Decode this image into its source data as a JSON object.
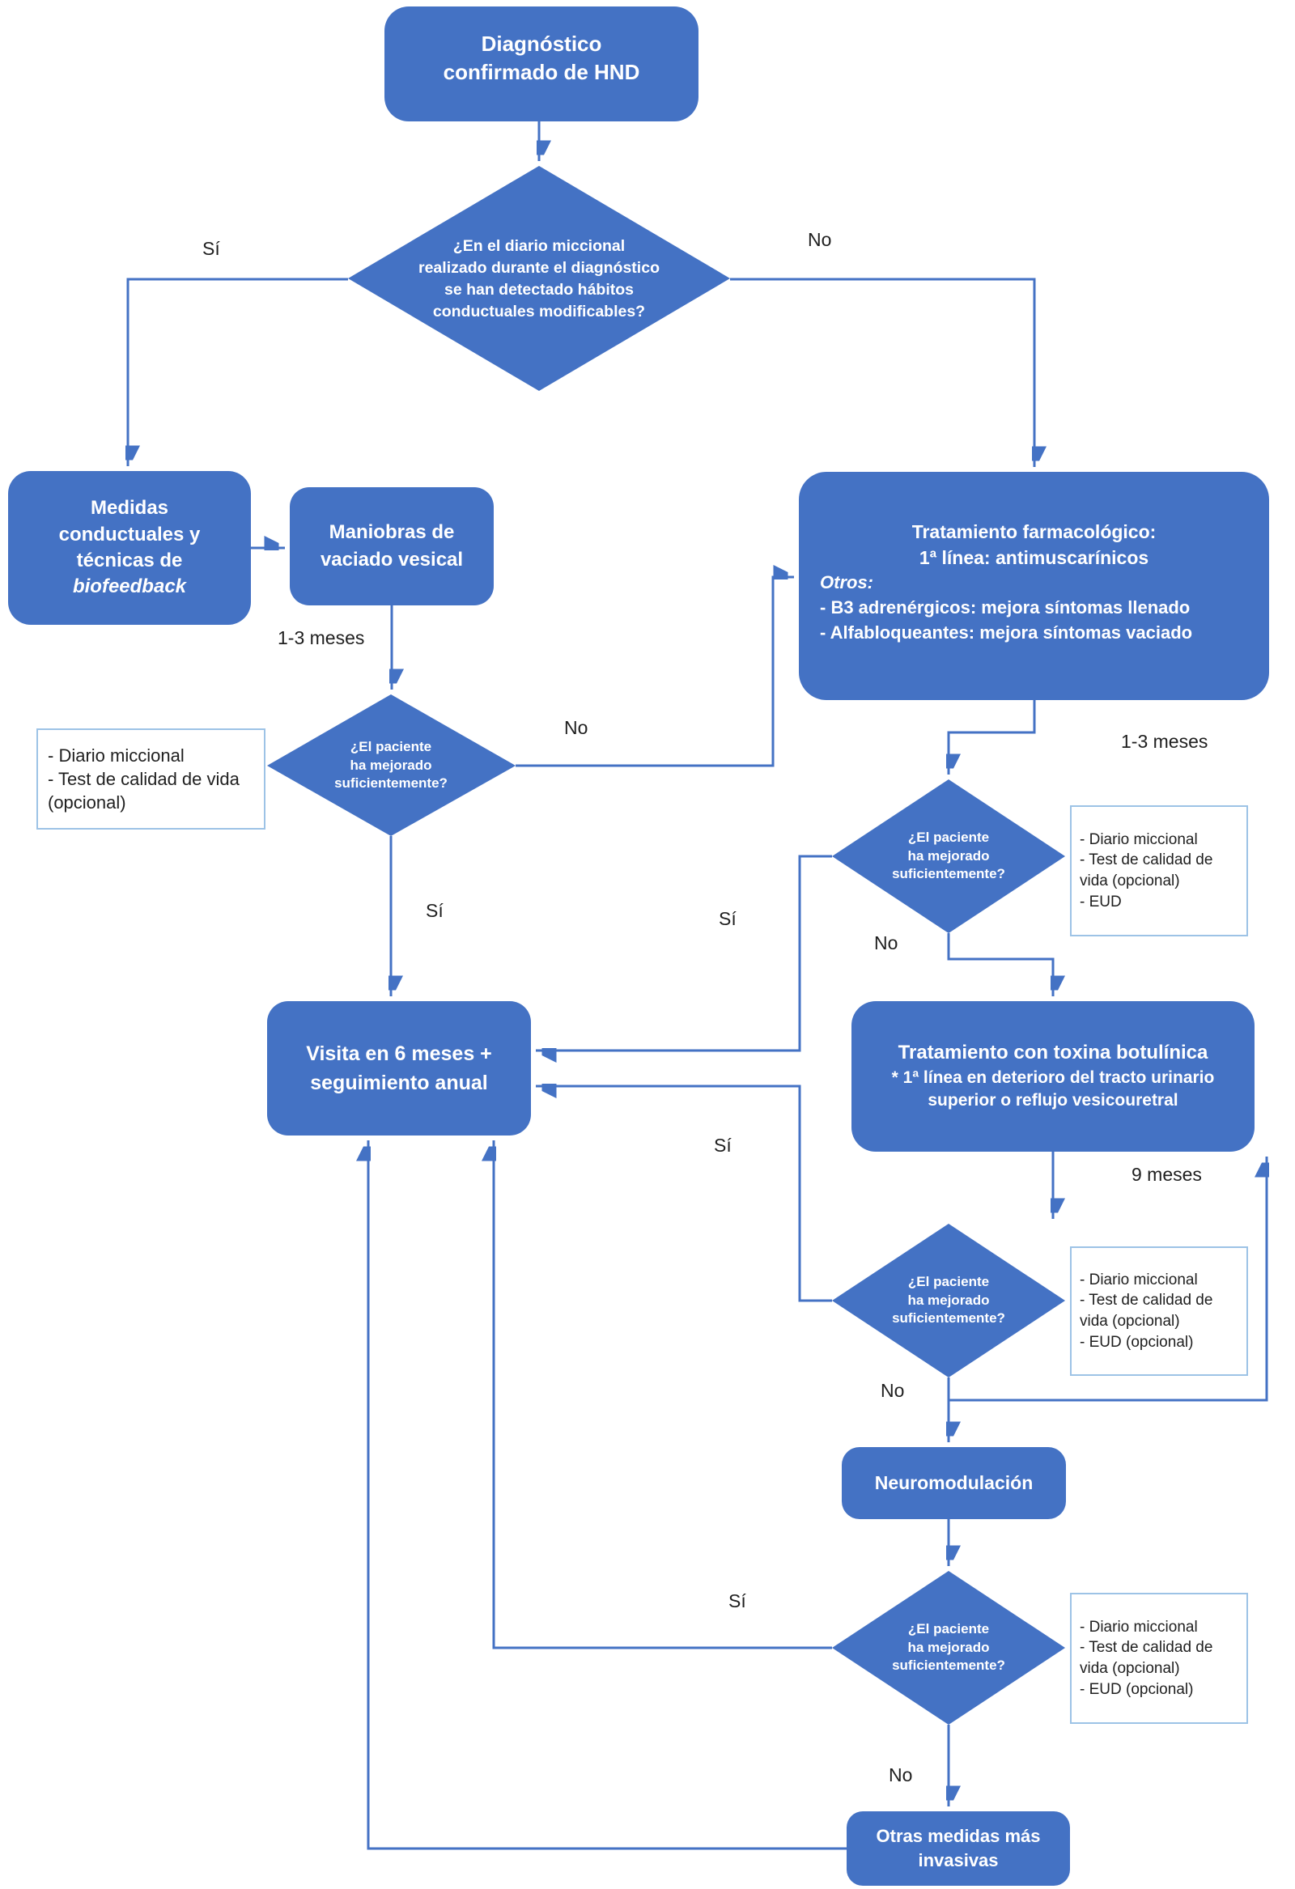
{
  "colors": {
    "node": "#4472C4",
    "line": "#4472C4",
    "note_border": "#9DC3E6",
    "text_white": "#FFFFFF",
    "text_black": "#1F1F1F"
  },
  "nodes": {
    "start": {
      "lines": [
        "Diagnóstico",
        "confirmado de HND"
      ]
    },
    "q_habitos": {
      "lines": [
        "¿En el diario miccional",
        "realizado durante el diagnóstico",
        "se han detectado hábitos",
        "conductuales modificables?"
      ]
    },
    "medidas": {
      "lines": [
        "Medidas",
        "conductuales y",
        "técnicas de"
      ],
      "italic": "biofeedback"
    },
    "maniobras": {
      "lines": [
        "Maniobras de",
        "vaciado vesical"
      ]
    },
    "farmaco": {
      "center_lines": [
        "Tratamiento farmacológico:",
        "1ª línea: antimuscarínicos"
      ],
      "otros": "Otros:",
      "bullets": [
        "- B3 adrenérgicos: mejora síntomas llenado",
        "- Alfabloqueantes: mejora síntomas vaciado"
      ]
    },
    "q_mejora": {
      "lines": [
        "¿El paciente",
        "ha mejorado",
        "suficientemente?"
      ]
    },
    "visita": {
      "lines": [
        "Visita en 6 meses +",
        "seguimiento anual"
      ]
    },
    "toxina": {
      "title": "Tratamiento con toxina botulínica",
      "sub_lines": [
        "* 1ª línea en deterioro del tracto urinario",
        "superior o reflujo vesicouretral"
      ]
    },
    "neuro": {
      "label": "Neuromodulación"
    },
    "otras": {
      "lines": [
        "Otras medidas más",
        "invasivas"
      ]
    }
  },
  "notes": {
    "n1": {
      "items": [
        "- Diario miccional",
        "- Test de calidad de vida (opcional)"
      ]
    },
    "n2": {
      "items": [
        "- Diario miccional",
        "- Test de calidad de vida (opcional)",
        "- EUD"
      ]
    },
    "n3": {
      "items": [
        "- Diario miccional",
        "- Test de calidad de vida (opcional)",
        "- EUD (opcional)"
      ]
    },
    "n4": {
      "items": [
        "- Diario miccional",
        "- Test de calidad de vida (opcional)",
        "- EUD (opcional)"
      ]
    }
  },
  "edge_labels": {
    "si": "Sí",
    "no": "No",
    "m13": "1-3 meses",
    "m9": "9 meses"
  }
}
